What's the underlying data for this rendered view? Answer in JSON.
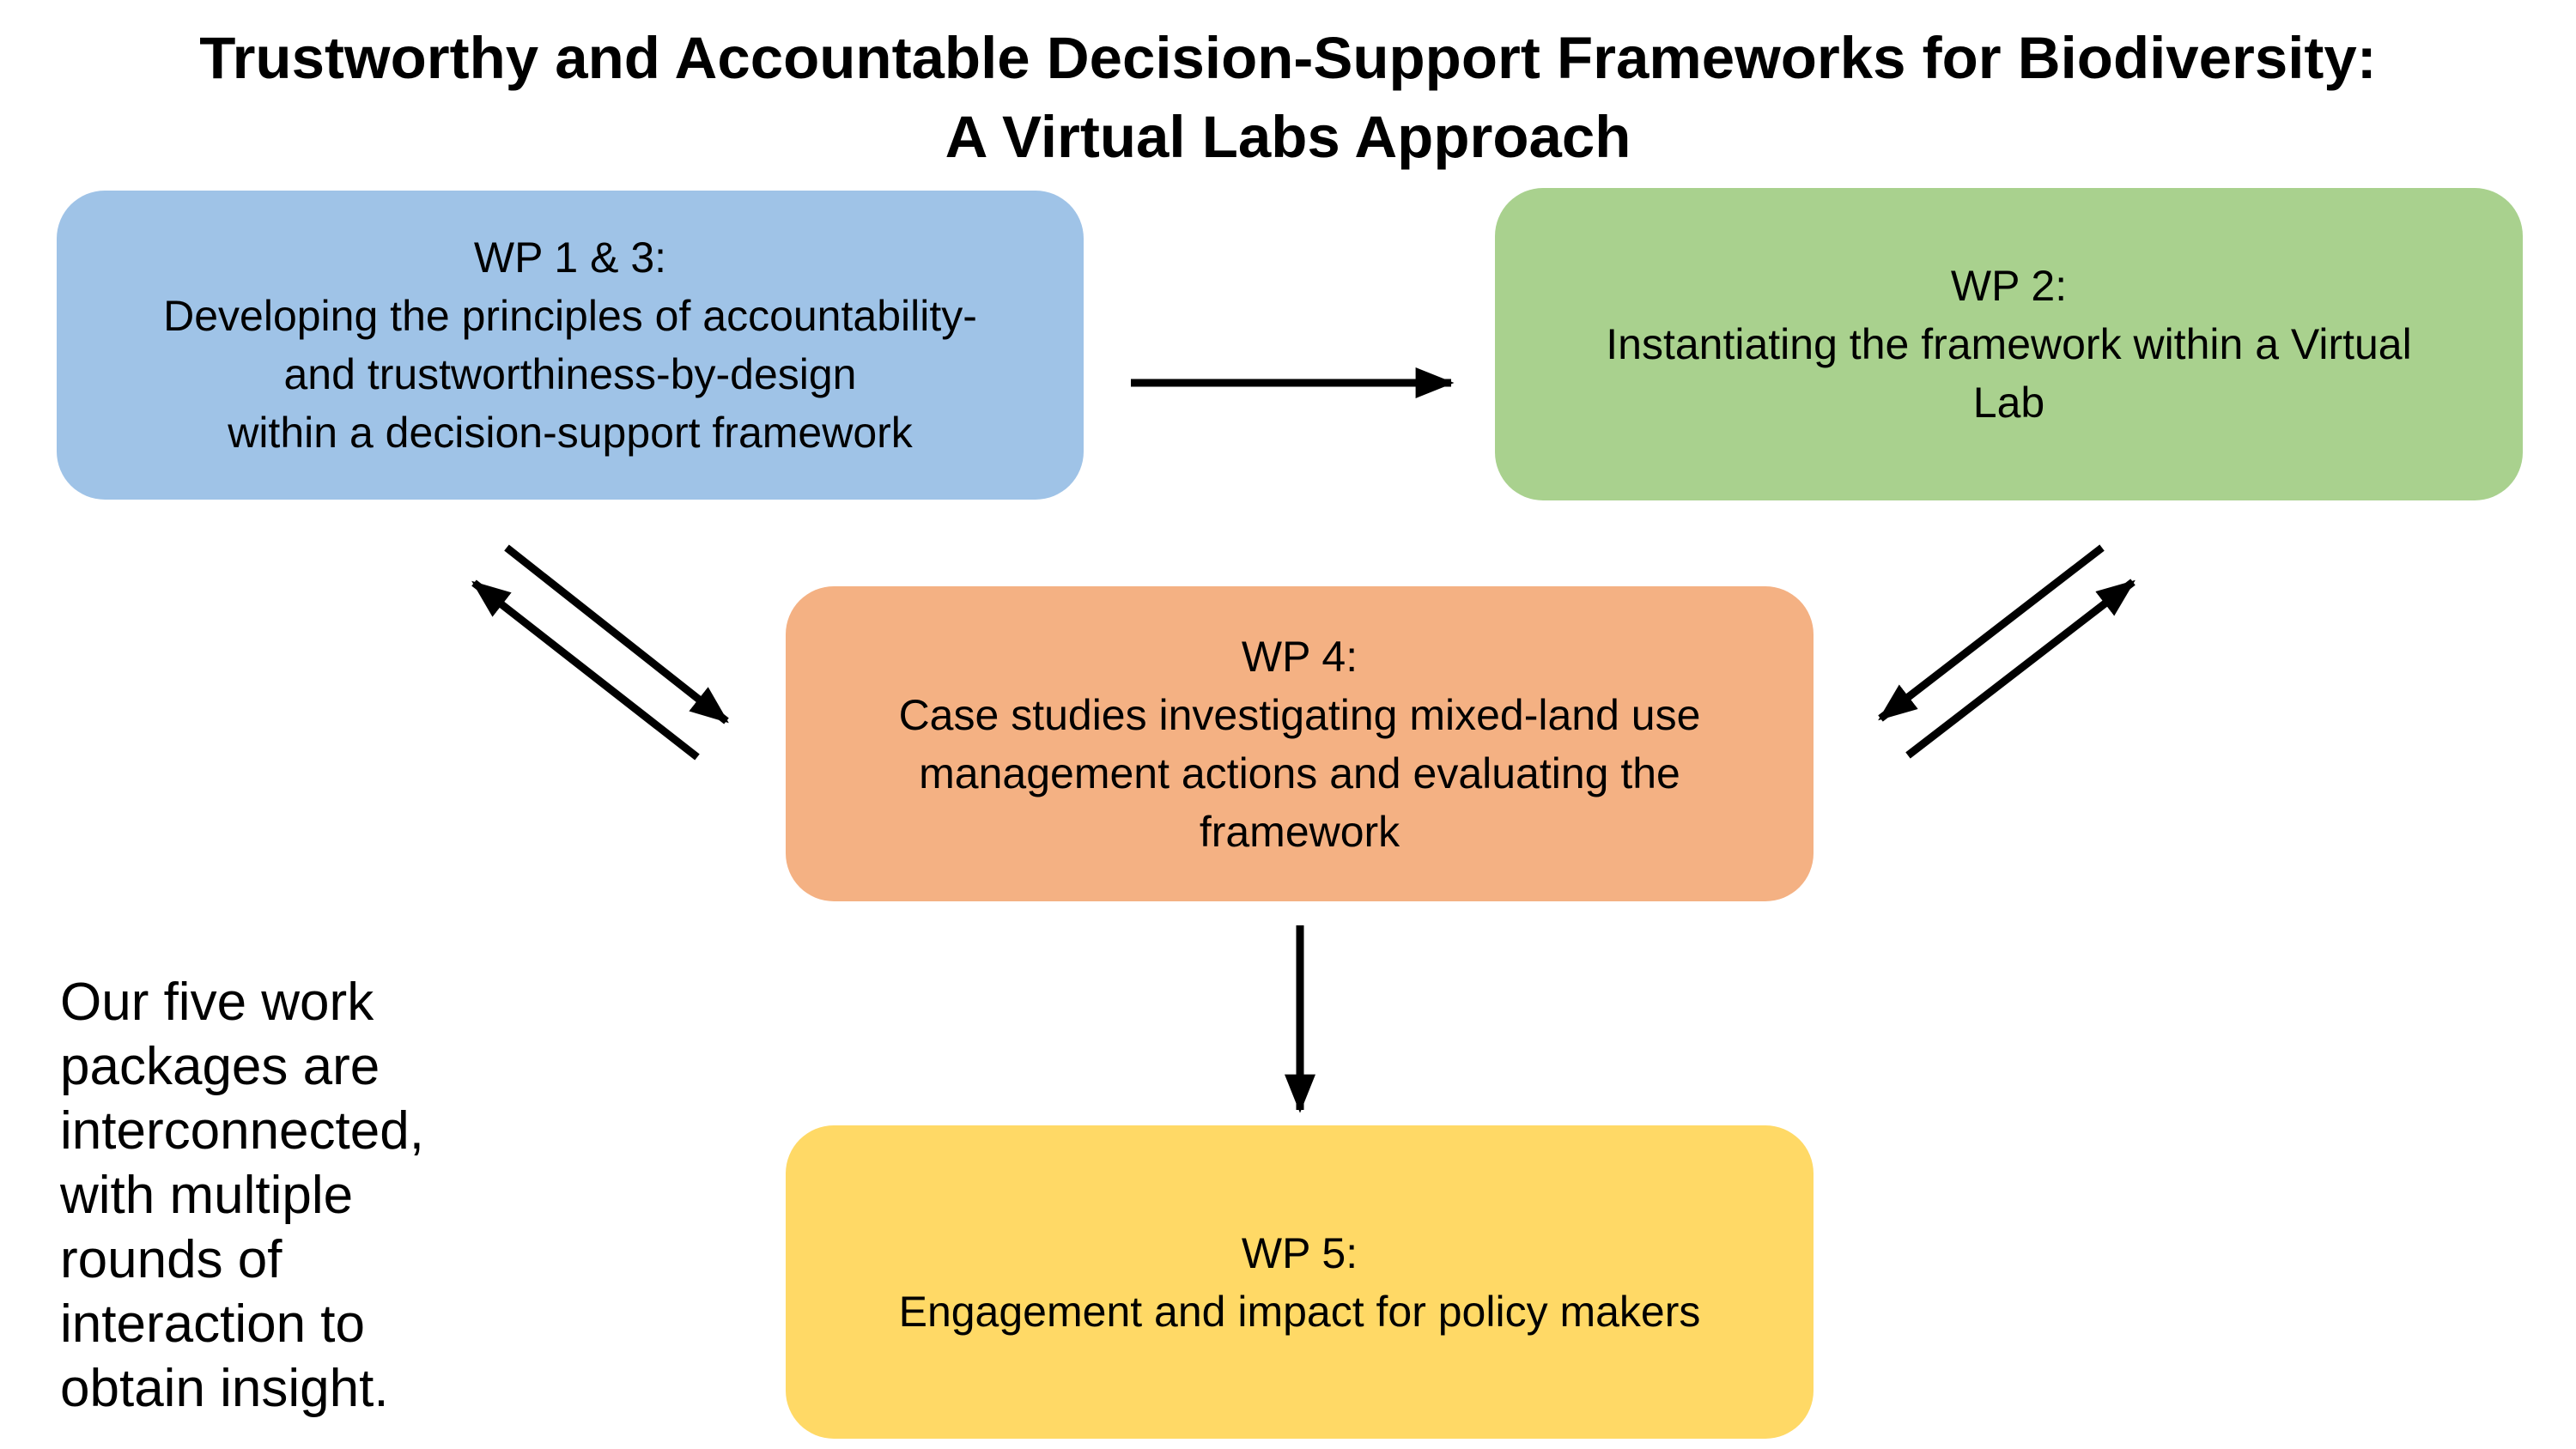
{
  "title": {
    "line1": "Trustworthy and Accountable Decision-Support Frameworks for Biodiversity:",
    "line2": "A Virtual Labs Approach"
  },
  "boxes": {
    "wp13": {
      "lines": [
        "WP 1 & 3:",
        "Developing the principles of accountability-",
        "and trustworthiness-by-design",
        "within a decision-support framework"
      ],
      "color": "#9fc3e7"
    },
    "wp2": {
      "lines": [
        "WP 2:",
        "Instantiating the framework within a Virtual",
        "Lab"
      ],
      "color": "#a9d18e"
    },
    "wp4": {
      "lines": [
        "WP 4:",
        "Case studies investigating mixed-land use",
        "management actions and evaluating the",
        "framework"
      ],
      "color": "#f4b183"
    },
    "wp5": {
      "lines": [
        "WP 5:",
        "Engagement and impact for policy makers"
      ],
      "color": "#ffd966"
    }
  },
  "note": {
    "lines": [
      "Our five work",
      "packages are",
      "interconnected,",
      "with multiple",
      "rounds of",
      "interaction to",
      "obtain insight."
    ]
  },
  "arrow_color": "#000000"
}
